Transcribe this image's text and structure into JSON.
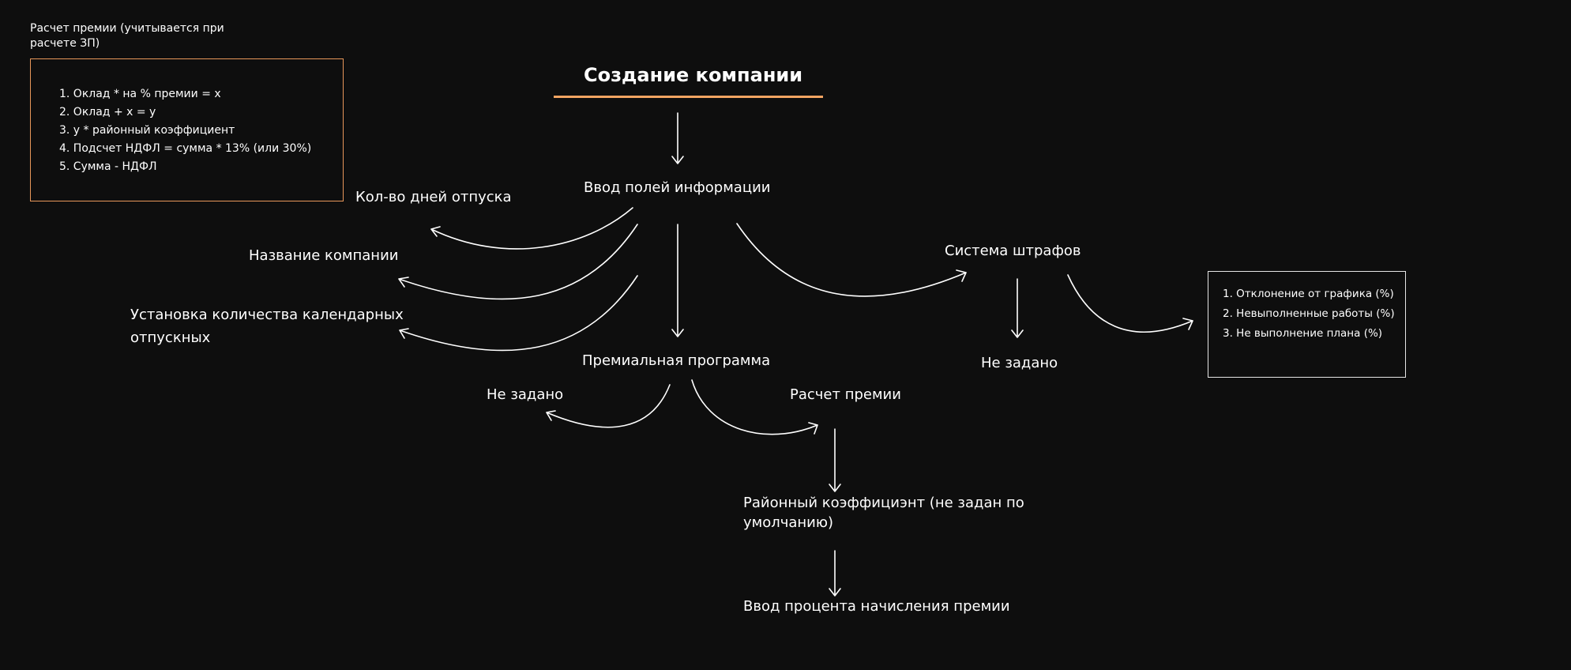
{
  "title": "Создание компании",
  "note_label": "Расчет премии  (учитывается при расчете ЗП)",
  "formula_steps": [
    "1. Оклад * на % премии = х",
    "2. Оклад + х = у",
    "3. у * районный коэффициент",
    "4. Подсчет НДФЛ =  сумма * 13% (или 30%)",
    "5. Сумма - НДФЛ"
  ],
  "nodes": {
    "info_fields": "Ввод полей информации",
    "vacation_days": "Кол-во дней отпуска",
    "company_name": "Название компании",
    "calendar_days": "Установка количества календарных отпускных",
    "bonus_program": "Премиальная программа",
    "bonus_not_set": "Не задано",
    "bonus_calc": "Расчет премии",
    "regional_coef": "Районный коэффициэнт (не задан по умолчанию)",
    "bonus_percent": "Ввод процента начисления премии",
    "fines_system": "Система штрафов",
    "fines_not_set": "Не задано"
  },
  "fines_list": [
    "1. Отклонение от графика (%)",
    "2. Невыполненные работы (%)",
    "3. Не выполнение плана (%)"
  ],
  "colors": {
    "background": "#0e0e0e",
    "text": "#ffffff",
    "accent": "#f4a462",
    "note_border": "#e8975a"
  }
}
